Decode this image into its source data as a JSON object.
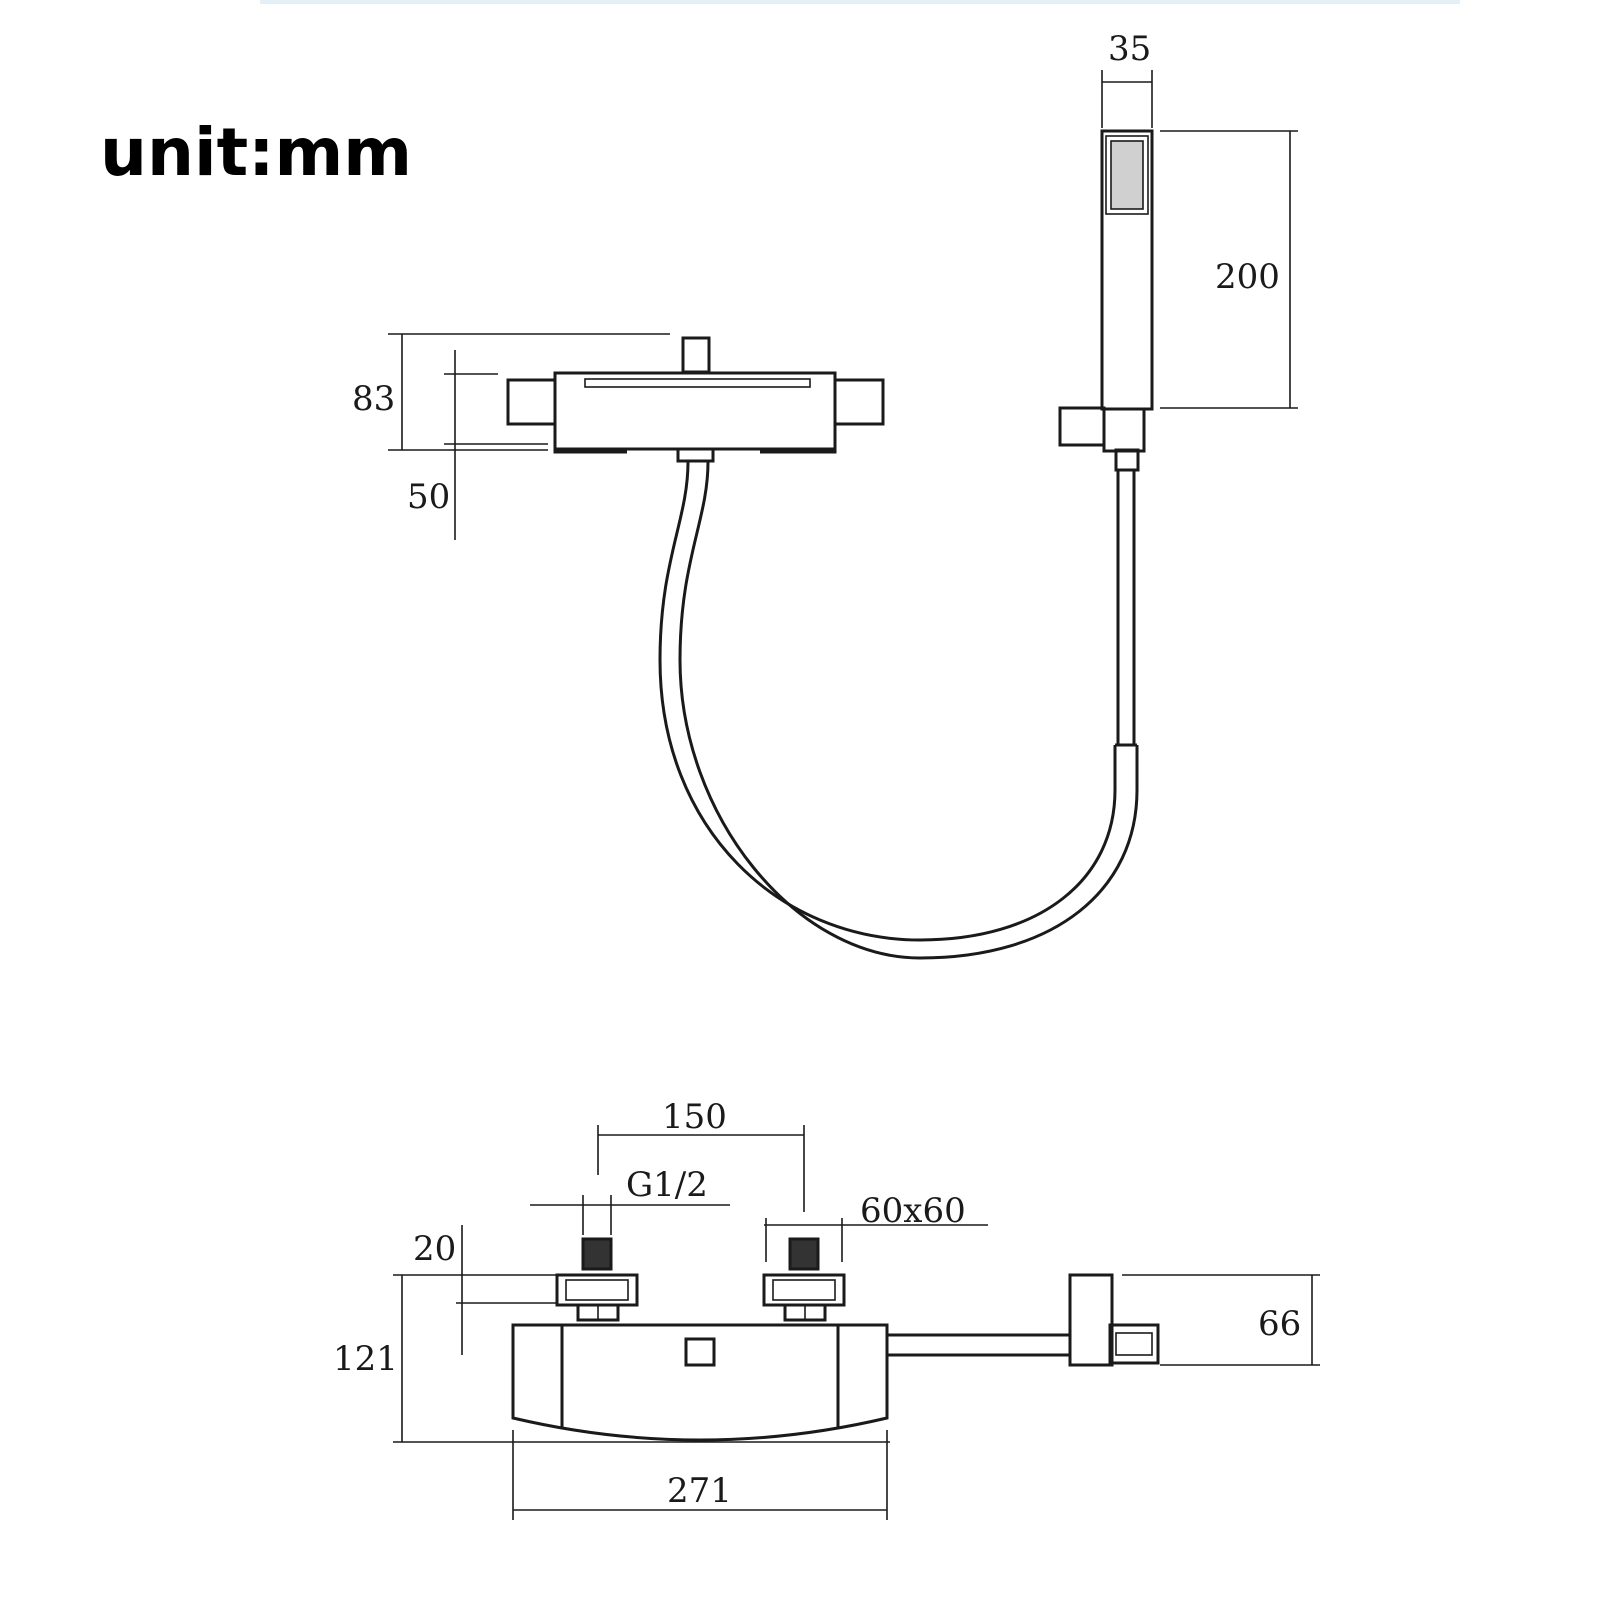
{
  "title": "unit:mm",
  "dimensions": {
    "handset_width": "35",
    "handset_length": "200",
    "body_depth_total": "83",
    "body_depth_wall": "50",
    "inlet_centers": "150",
    "inlet_thread": "G1/2",
    "escutcheon_size": "60x60",
    "connector_height": "20",
    "body_height": "121",
    "bracket_height": "66",
    "body_width": "271"
  }
}
